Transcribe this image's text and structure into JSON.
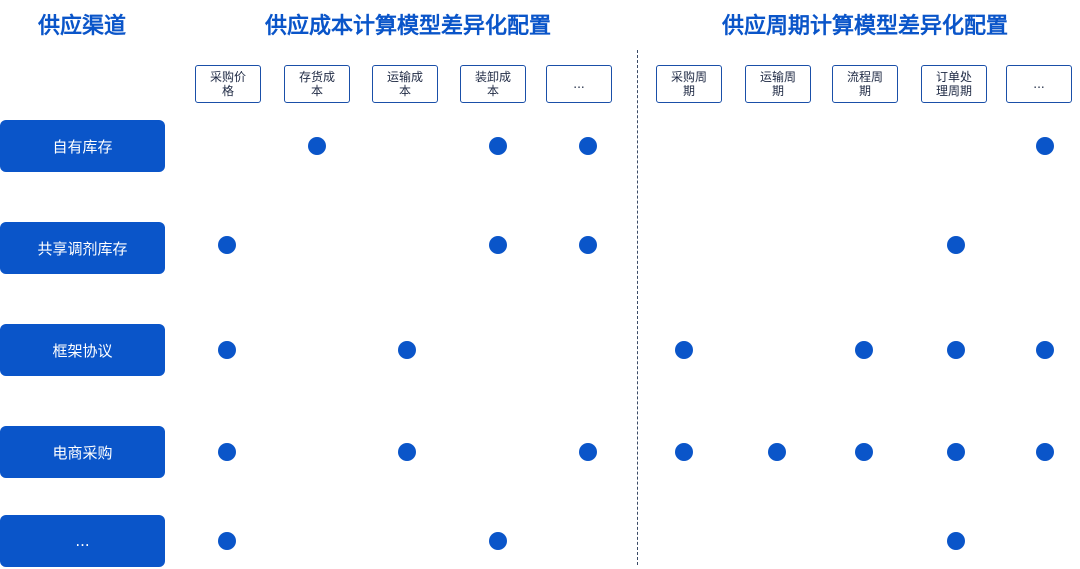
{
  "titles": {
    "channels": "供应渠道",
    "cost_model": "供应成本计算模型差异化配置",
    "cycle_model": "供应周期计算模型差异化配置"
  },
  "cost_columns": [
    "采购价格",
    "存货成本",
    "运输成本",
    "装卸成本",
    "..."
  ],
  "cycle_columns": [
    "采购周期",
    "运输周期",
    "流程周期",
    "订单处理周期",
    "..."
  ],
  "rows": [
    {
      "label": "自有库存",
      "cost": [
        false,
        true,
        false,
        true,
        true
      ],
      "cycle": [
        false,
        false,
        false,
        false,
        true
      ]
    },
    {
      "label": "共享调剂库存",
      "cost": [
        true,
        false,
        false,
        true,
        true
      ],
      "cycle": [
        false,
        false,
        false,
        true,
        false
      ]
    },
    {
      "label": "框架协议",
      "cost": [
        true,
        false,
        true,
        false,
        false
      ],
      "cycle": [
        true,
        false,
        true,
        true,
        true
      ]
    },
    {
      "label": "电商采购",
      "cost": [
        true,
        false,
        true,
        false,
        true
      ],
      "cycle": [
        true,
        true,
        true,
        true,
        true
      ]
    },
    {
      "label": "...",
      "cost": [
        true,
        false,
        false,
        true,
        false
      ],
      "cycle": [
        false,
        false,
        false,
        true,
        false
      ]
    }
  ],
  "colors": {
    "accent": "#0a55c9",
    "box_border": "#1a4fa8"
  }
}
